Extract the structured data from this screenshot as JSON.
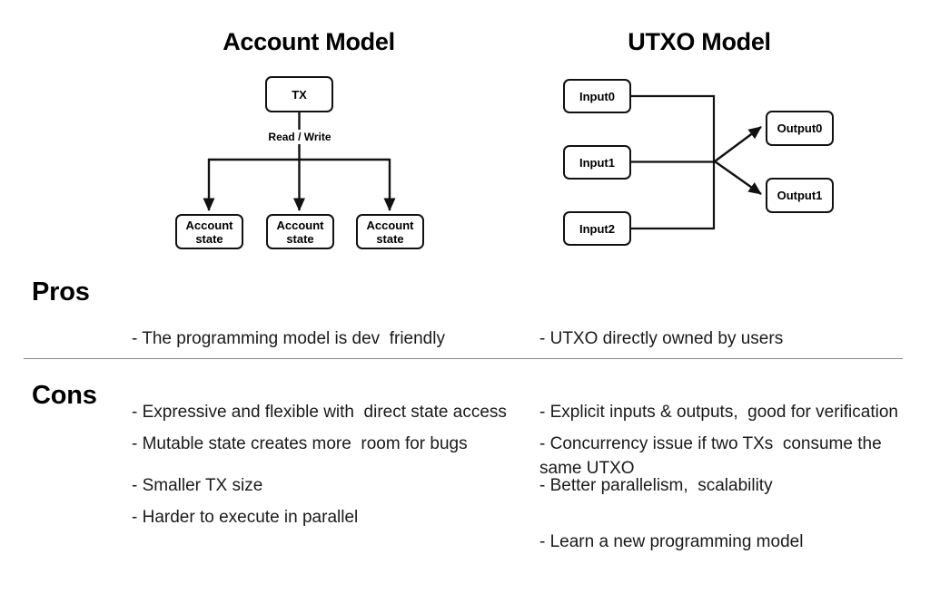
{
  "diagrams": {
    "account": {
      "title": "Account Model",
      "tx_node": "TX",
      "edge_label": "Read / Write",
      "state_nodes": [
        "Account\nstate",
        "Account\nstate",
        "Account\nstate"
      ]
    },
    "utxo": {
      "title": "UTXO Model",
      "inputs": [
        "Input0",
        "Input1",
        "Input2"
      ],
      "outputs": [
        "Output0",
        "Output1"
      ]
    }
  },
  "comparison": {
    "pros_label": "Pros",
    "cons_label": "Cons",
    "pros": {
      "account": [
        "- The programming model is dev  friendly",
        "- Expressive and flexible with  direct state access",
        "- Smaller TX size"
      ],
      "utxo": [
        "- UTXO directly owned by users",
        "- Explicit inputs & outputs,  good for verification",
        "- Better parallelism,  scalability"
      ]
    },
    "cons": {
      "account": [
        "- Mutable state creates more  room for bugs",
        "- Harder to execute in parallel"
      ],
      "utxo": [
        "- Concurrency issue if two TXs  consume the same UTXO",
        "- Learn a new programming model"
      ]
    }
  },
  "colors": {
    "background": "#ffffff",
    "stroke": "#111111",
    "text": "#1a1a1a",
    "divider": "#8a8a8a"
  }
}
